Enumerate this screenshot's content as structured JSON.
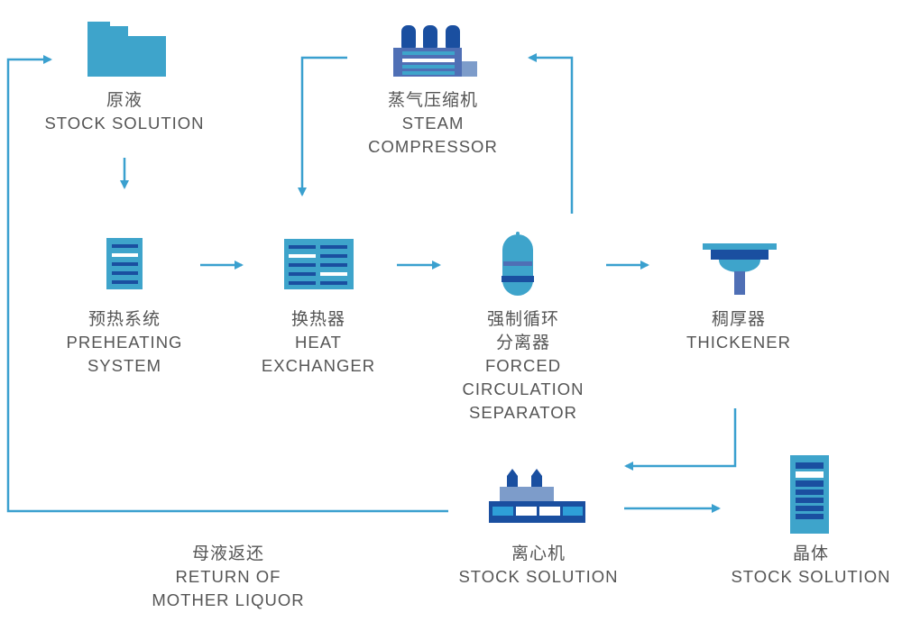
{
  "colors": {
    "arrow": "#3aa0cf",
    "primary": "#3ea4cb",
    "dark": "#1a4fa0",
    "mid": "#4f6fb5",
    "light": "#7d9cca",
    "bright": "#2e9fd8",
    "white": "#ffffff",
    "text": "#555555"
  },
  "nodes": [
    {
      "id": "stock-solution",
      "icon": "folder-icon",
      "zh": "原液",
      "en": [
        "STOCK SOLUTION"
      ]
    },
    {
      "id": "steam-compressor",
      "icon": "factory-icon",
      "zh": "蒸气压缩机",
      "en": [
        "STEAM",
        "COMPRESSOR"
      ]
    },
    {
      "id": "preheating-system",
      "icon": "preheater-icon",
      "zh": "预热系统",
      "en": [
        "PREHEATING",
        "SYSTEM"
      ]
    },
    {
      "id": "heat-exchanger",
      "icon": "heat-exchanger-icon",
      "zh": "换热器",
      "en": [
        "HEAT",
        "EXCHANGER"
      ]
    },
    {
      "id": "forced-circulation-separator",
      "icon": "separator-tank-icon",
      "zh": "强制循环\n分离器",
      "zh_lines": [
        "强制循环",
        "分离器"
      ],
      "en": [
        "FORCED",
        "CIRCULATION",
        "SEPARATOR"
      ]
    },
    {
      "id": "thickener",
      "icon": "thickener-icon",
      "zh": "稠厚器",
      "en": [
        "THICKENER"
      ]
    },
    {
      "id": "centrifuge",
      "icon": "centrifuge-icon",
      "zh": "离心机",
      "en": [
        "STOCK SOLUTION"
      ]
    },
    {
      "id": "crystal",
      "icon": "crystal-rack-icon",
      "zh": "晶体",
      "en": [
        "STOCK SOLUTION"
      ]
    },
    {
      "id": "mother-liquor-return",
      "icon": null,
      "zh": "母液返还",
      "en": [
        "RETURN OF",
        "MOTHER LIQUOR"
      ]
    }
  ],
  "edges": [
    {
      "from": "stock-solution",
      "to": "preheating-system"
    },
    {
      "from": "preheating-system",
      "to": "heat-exchanger"
    },
    {
      "from": "heat-exchanger",
      "to": "forced-circulation-separator"
    },
    {
      "from": "forced-circulation-separator",
      "to": "thickener"
    },
    {
      "from": "forced-circulation-separator",
      "to": "steam-compressor"
    },
    {
      "from": "steam-compressor",
      "to": "heat-exchanger"
    },
    {
      "from": "thickener",
      "to": "centrifuge"
    },
    {
      "from": "centrifuge",
      "to": "crystal"
    },
    {
      "from": "centrifuge",
      "to": "stock-solution",
      "label": "mother-liquor-return"
    }
  ]
}
